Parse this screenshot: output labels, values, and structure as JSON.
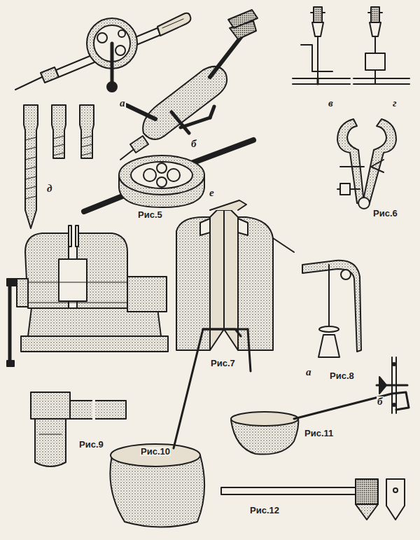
{
  "diagram": {
    "labels": [
      "а",
      "б",
      "в",
      "г",
      "д",
      "е",
      "Рис.5",
      "Рис.6",
      "Рис.7",
      "Рис.8",
      "а",
      "б",
      "Рис.9",
      "Рис.10",
      "Рис.11",
      "Рис.12"
    ]
  }
}
